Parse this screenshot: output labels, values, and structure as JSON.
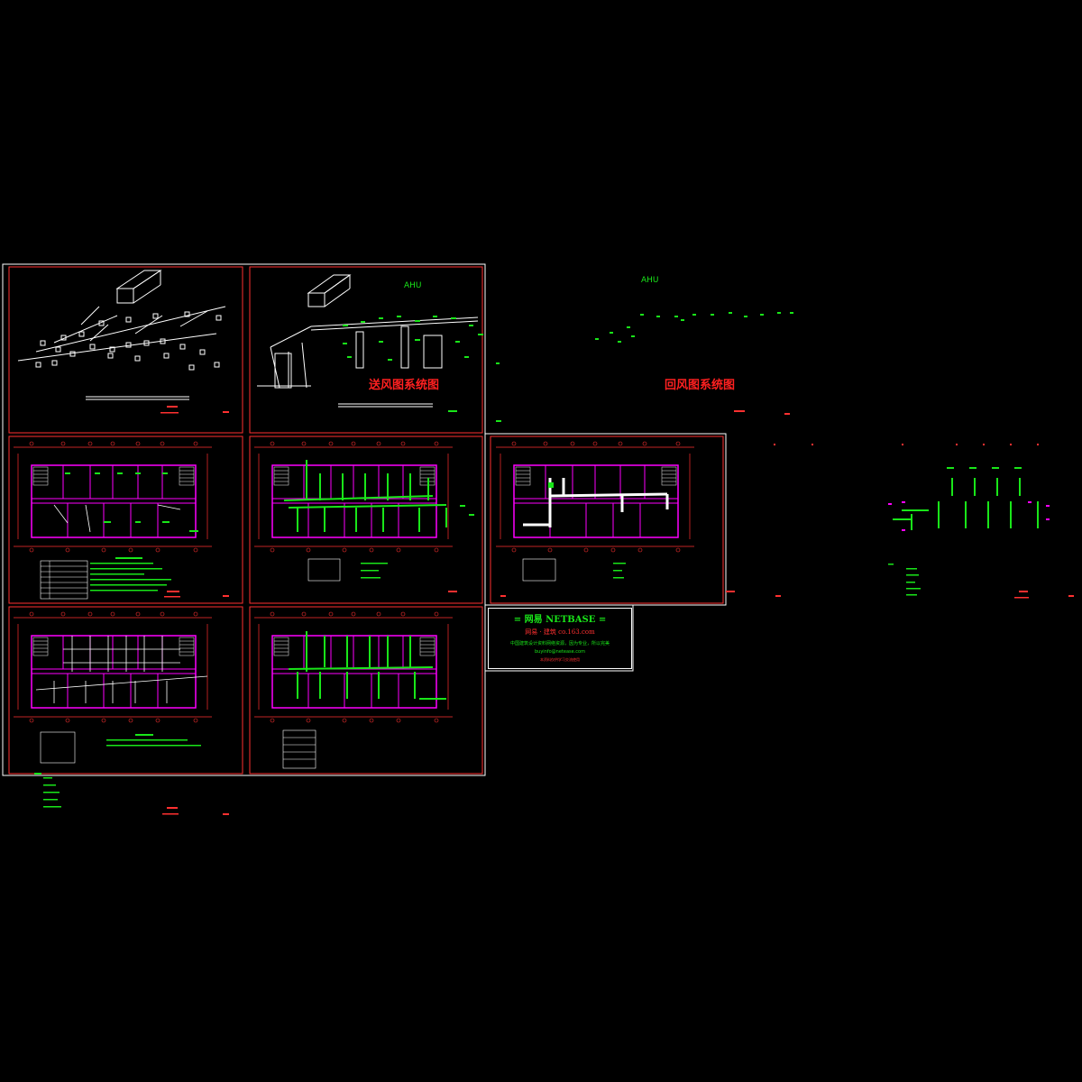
{
  "drawing": {
    "labels": {
      "ahu_left": "AHU",
      "ahu_right": "AHU",
      "supply_title": "送风图系统图",
      "return_title": "回风图系统图"
    },
    "promo": {
      "headline": "= 网易  NETBASE =",
      "subline": "网易 · 建筑    co.163.com",
      "line1": "中国建筑设计资料网络资源，因为专业，所以完美",
      "line2": "buyinfo@netease.com",
      "footer": "本资料仅供学习交流使用"
    },
    "colors": {
      "frame": "#ff3030",
      "outer_frame": "#ffffff",
      "wall": "#ff00ff",
      "duct": "#19e619",
      "dimension": "#ff3030",
      "equipment": "#ffffff",
      "background": "#000000"
    }
  }
}
